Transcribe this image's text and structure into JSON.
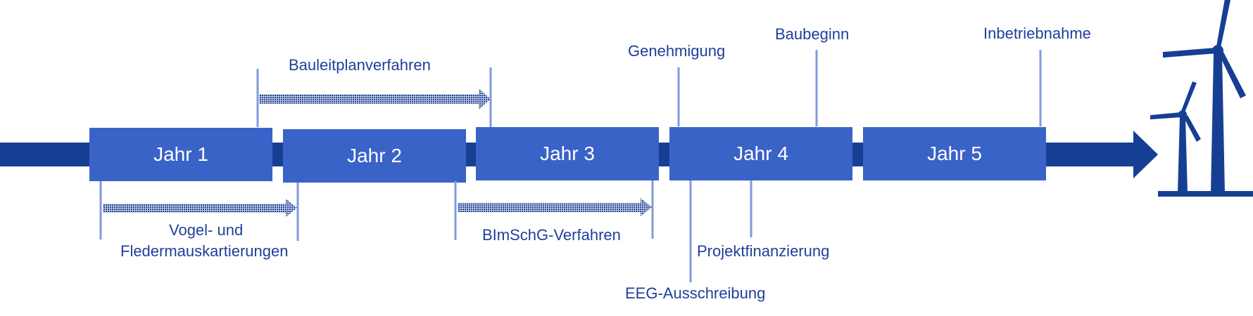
{
  "colors": {
    "axis": "#163f94",
    "year_box": "#3a63c8",
    "marker_line": "#7f9bdc",
    "label": "#1f3f9a",
    "turbine": "#163f94"
  },
  "years": [
    "Jahr 1",
    "Jahr 2",
    "Jahr 3",
    "Jahr 4",
    "Jahr 5"
  ],
  "processes": {
    "bauleitplan": "Bauleitplanverfahren",
    "kartierung_line1": "Vogel- und",
    "kartierung_line2": "Fledermauskartierungen",
    "bimschg": "BImSchG-Verfahren"
  },
  "milestones": {
    "genehmigung": "Genehmigung",
    "baubeginn": "Baubeginn",
    "inbetriebnahme": "Inbetriebnahme",
    "eeg": "EEG-Ausschreibung",
    "finanzierung": "Projektfinanzierung"
  },
  "icons": {
    "end": "wind-turbines-icon"
  }
}
